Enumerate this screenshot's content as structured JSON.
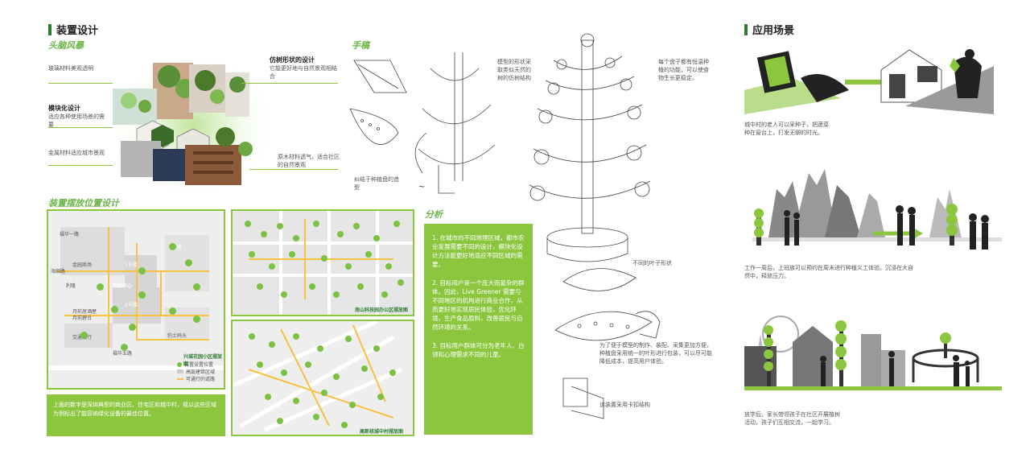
{
  "design": {
    "title": "装置设计",
    "sub_brainstorm": "头脑风暴",
    "notes": {
      "glass": "玻璃材料美观透明",
      "modular_title": "模块化设计",
      "modular_body": "适应各种使用场景的需要",
      "metal": "金属材料适应城市景观",
      "tree_title": "仿树形状的设计",
      "tree_body": "它能更好地与自然景观相结合",
      "wood": "原木材料透气，适合社区的自然景观"
    }
  },
  "sketch": {
    "title": "手稿",
    "note_tree": "模型的形状采取类似天然的树的仿树结构",
    "note_tray": "纠结于种植盘的造型",
    "note_plate": "每个盘子都有恒温种植的功能，可以使食物生长更稳定。",
    "note_leaf": "不同的叶子形状",
    "note_mold": "为了便于模型的制作、装配、采集更加方便，种植盘采用统一的叶形进行包装，可以尽可能降低成本，提高用户体验。",
    "note_clip": "该装置采用卡扣结构"
  },
  "placement": {
    "title": "装置摆放位置设计",
    "map1_caption": "兴城花园小区摆放图",
    "map2_caption": "南山科技园办公区摆放图",
    "map3_caption": "高新核城中村摆放图",
    "legend": [
      "装置设置位置",
      "高层建筑区域",
      "可通行的道路"
    ],
    "map1_labels": [
      "福华一路",
      "金园商场",
      "利隆",
      "月前居酒屋",
      "月前碧台",
      "交通银行",
      "福华五路",
      "豹土码头",
      "海田路",
      "市民中心",
      "1号楼",
      "2号楼",
      "3号楼"
    ],
    "bottom_note": "上面的数字是深圳典型的商业区、住宅区和城中村，我以这些区域为例标出了能容纳绿化设备的最佳位置。"
  },
  "analysis": {
    "title": "分析",
    "p1": "1. 在城市的不同地理区域，都市农业发展需要不同的设计，模块化设计方法能更好地适应不同区域的需要。",
    "p2": "2. 目标用户是一个庞大而复杂的群体。因此，Live Greener 需要与不同地区的机构进行商业合作，从而更好地实现居民体验，优化环境，生产食品原料，改善居民与自然环境的关系。",
    "p3": "3. 目标用户群体可分为老年人、白领和心理需求不同的儿童。"
  },
  "application": {
    "title": "应用场景",
    "cap1": "城中村的老人可以采种子，把蔬菜种在窗台上，打发无聊的时光。",
    "cap2": "工作一周后，上班族可以预约在周末进行种植义工体验。沉浸在大自然中，释放压力。",
    "cap3": "放学后，家长带领孩子在社区开展植树活动，孩子们互相交流，一起学习。"
  },
  "colors": {
    "accent": "#8cc63f",
    "dark_green": "#2e7d32",
    "map_yellow": "#f5c242"
  }
}
